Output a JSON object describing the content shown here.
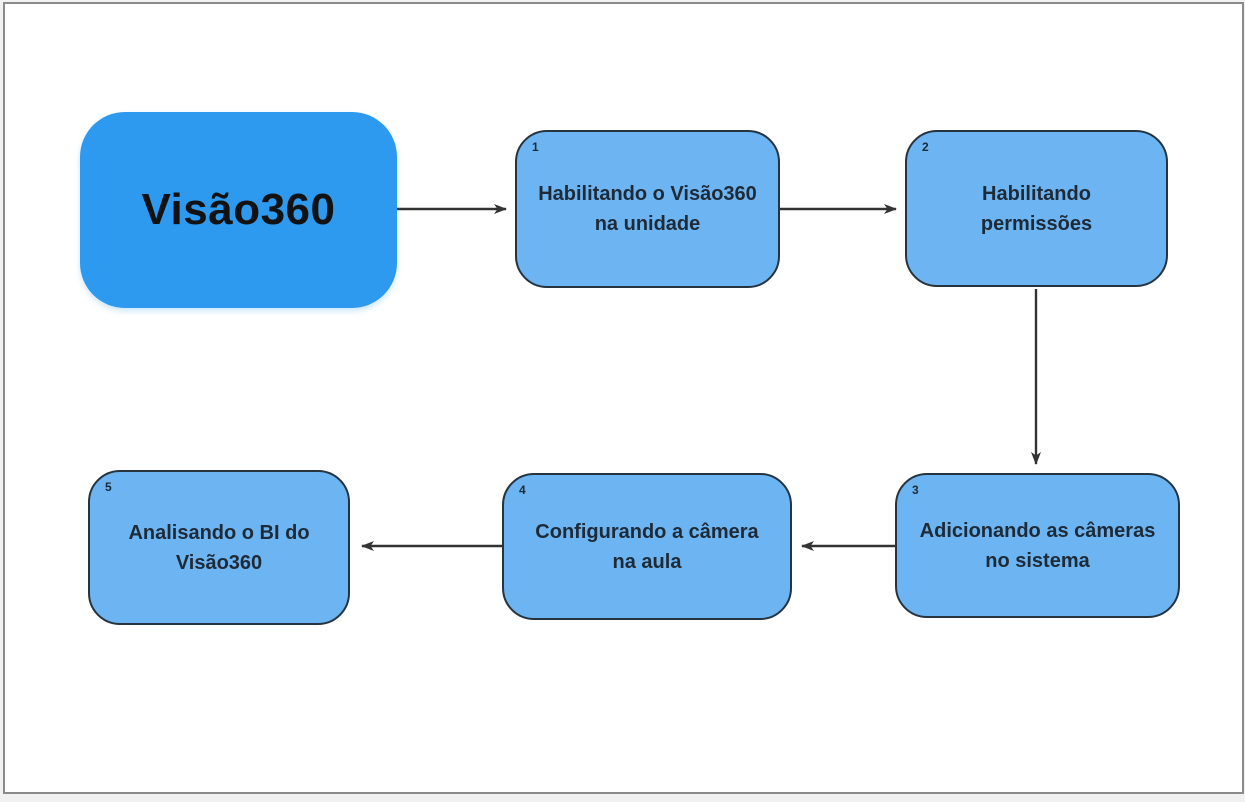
{
  "diagram": {
    "title_node": {
      "label": "Visão360"
    },
    "steps": [
      {
        "number": "1",
        "label": "Habilitando o Visão360 na unidade"
      },
      {
        "number": "2",
        "label": "Habilitando permissões"
      },
      {
        "number": "3",
        "label": "Adicionando as câmeras no sistema"
      },
      {
        "number": "4",
        "label": "Configurando a câmera na aula"
      },
      {
        "number": "5",
        "label": "Analisando o BI do Visão360"
      }
    ],
    "edges": [
      {
        "from": "Visão360",
        "to": "1",
        "direction": "right"
      },
      {
        "from": "1",
        "to": "2",
        "direction": "right"
      },
      {
        "from": "2",
        "to": "3",
        "direction": "down"
      },
      {
        "from": "3",
        "to": "4",
        "direction": "left"
      },
      {
        "from": "4",
        "to": "5",
        "direction": "left"
      }
    ],
    "colors": {
      "title_fill": "#2E9AEF",
      "step_fill": "#6CB5F2",
      "step_border": "#26343F",
      "arrow": "#333333",
      "text": "#1F2A37",
      "canvas_border": "#8A8A8A",
      "page_background": "#F1F1F1"
    }
  }
}
